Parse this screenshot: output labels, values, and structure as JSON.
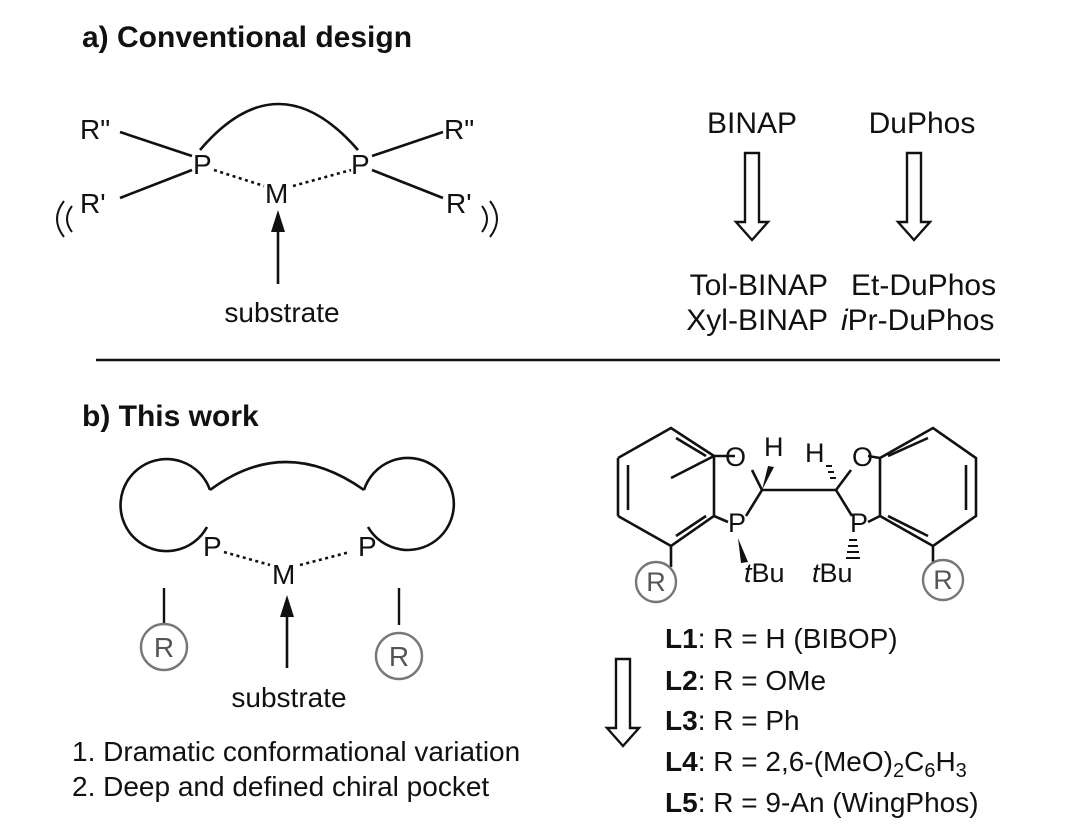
{
  "section_a": {
    "title": "a) Conventional design",
    "scheme": {
      "r2_left": "R\"",
      "r2_right": "R\"",
      "r1_left": "R'",
      "r1_right": "R'",
      "p_left": "P",
      "p_right": "P",
      "metal": "M",
      "substrate": "substrate"
    },
    "ligands": {
      "col1_head": "BINAP",
      "col2_head": "DuPhos",
      "col1_items": [
        "Tol-BINAP",
        "Xyl-BINAP"
      ],
      "col2_items": [
        "Et-DuPhos",
        "iPr-DuPhos"
      ],
      "col2_item2_italic": "i",
      "col2_item2_rest": "Pr-DuPhos"
    }
  },
  "section_b": {
    "title": "b) This work",
    "scheme": {
      "p_left": "P",
      "p_right": "P",
      "metal": "M",
      "r_left": "R",
      "r_right": "R",
      "substrate": "substrate"
    },
    "points": [
      "1. Dramatic conformational variation",
      "2. Deep and defined chiral pocket"
    ],
    "structure": {
      "o_left": "O",
      "o_right": "O",
      "h_left": "H",
      "h_right": "H",
      "p_left": "P",
      "p_right": "P",
      "tbu_italic": "t",
      "tbu_rest": "Bu",
      "r_left": "R",
      "r_right": "R"
    },
    "ligand_list": [
      {
        "id": "L1",
        "desc": ": R = H (BIBOP)"
      },
      {
        "id": "L2",
        "desc": ": R = OMe"
      },
      {
        "id": "L3",
        "desc": ": R = Ph"
      },
      {
        "id": "L4",
        "desc_a": ": R = 2,6-(MeO)",
        "sub1": "2",
        "desc_b": "C",
        "sub2": "6",
        "desc_c": "H",
        "sub3": "3"
      },
      {
        "id": "L5",
        "desc": ": R = 9-An (WingPhos)"
      }
    ]
  }
}
